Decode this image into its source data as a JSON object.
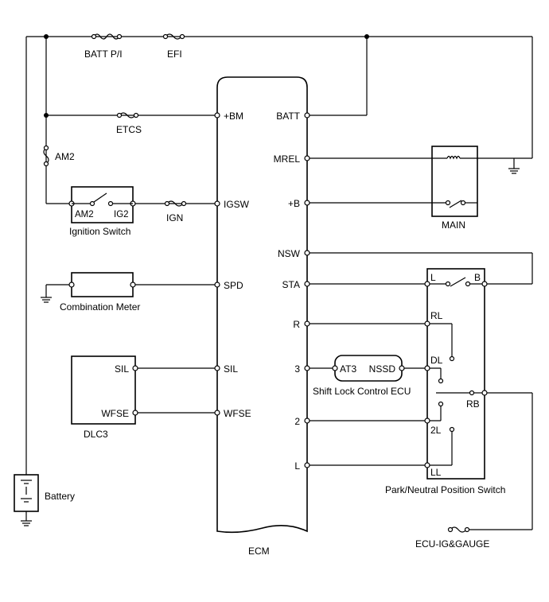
{
  "fuses": {
    "batt_pi": "BATT P/I",
    "efi": "EFI",
    "etcs": "ETCS",
    "am2": "AM2",
    "ign": "IGN",
    "ecu_ig_gauge": "ECU-IG&GAUGE"
  },
  "ecm": {
    "name": "ECM",
    "pins_left": [
      "+BM",
      "IGSW",
      "SPD",
      "SIL",
      "WFSE"
    ],
    "pins_right": [
      "BATT",
      "MREL",
      "+B",
      "NSW",
      "STA",
      "R",
      "3",
      "2",
      "L"
    ]
  },
  "ignition_switch": {
    "name": "Ignition Switch",
    "pin_am2": "AM2",
    "pin_ig2": "IG2"
  },
  "combination_meter": {
    "name": "Combination Meter"
  },
  "dlc3": {
    "name": "DLC3",
    "pin_sil": "SIL",
    "pin_wfse": "WFSE"
  },
  "battery": {
    "name": "Battery"
  },
  "main_relay": {
    "name": "MAIN"
  },
  "shift_lock_ecu": {
    "name": "Shift Lock Control ECU",
    "pin_at3": "AT3",
    "pin_nssd": "NSSD"
  },
  "pn_switch": {
    "name": "Park/Neutral Position Switch",
    "pin_l": "L",
    "pin_b": "B",
    "pin_rl": "RL",
    "pin_dl": "DL",
    "pin_rb": "RB",
    "pin_2l": "2L",
    "pin_ll": "LL"
  }
}
